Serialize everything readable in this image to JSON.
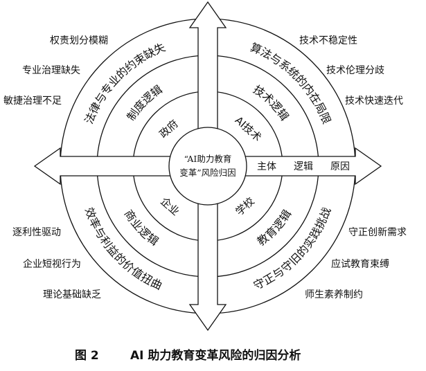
{
  "center": {
    "line1": "“AI助力教育",
    "line2": "变革”风险归因"
  },
  "axis_labels": {
    "subject": "主体",
    "logic": "逻辑",
    "cause": "原因"
  },
  "quadrants": {
    "top_left": {
      "subject": "政府",
      "logic": "制度逻辑",
      "cause": "法律与专业的约束缺失",
      "items": [
        "权责划分模糊",
        "专业治理缺失",
        "敏捷治理不足"
      ]
    },
    "top_right": {
      "subject": "AI技术",
      "logic": "技术逻辑",
      "cause": "算法与系统的内在局限",
      "items": [
        "技术不稳定性",
        "技术伦理分歧",
        "技术快速迭代"
      ]
    },
    "bottom_left": {
      "subject": "企业",
      "logic": "商业逻辑",
      "cause": "效率与利益的价值扭曲",
      "items": [
        "逐利性驱动",
        "企业短视行为",
        "理论基础缺乏"
      ]
    },
    "bottom_right": {
      "subject": "学校",
      "logic": "教育逻辑",
      "cause": "守正与守旧的实践挑战",
      "items": [
        "守正创新需求",
        "应试教育束缚",
        "师生素养制约"
      ]
    }
  },
  "caption": {
    "fig": "图 2",
    "title": "AI 助力教育变革风险的归因分析"
  }
}
